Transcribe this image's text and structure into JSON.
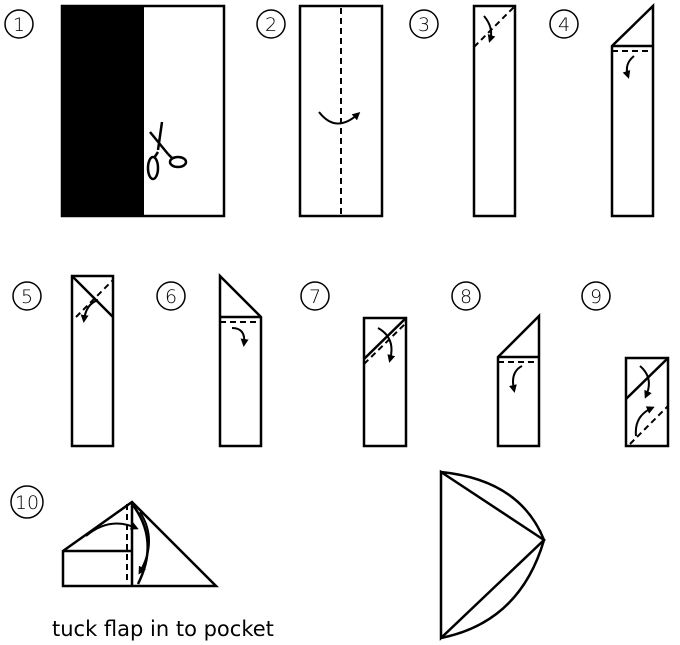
{
  "steps": [
    {
      "number": "1"
    },
    {
      "number": "2"
    },
    {
      "number": "3"
    },
    {
      "number": "4"
    },
    {
      "number": "5"
    },
    {
      "number": "6"
    },
    {
      "number": "7"
    },
    {
      "number": "8"
    },
    {
      "number": "9"
    },
    {
      "number": "10"
    }
  ],
  "caption": "tuck flap in to pocket",
  "icons": [
    "scissors-icon",
    "fold-arrow-icon"
  ],
  "colors": {
    "ink": "#000000",
    "paper": "#ffffff"
  }
}
